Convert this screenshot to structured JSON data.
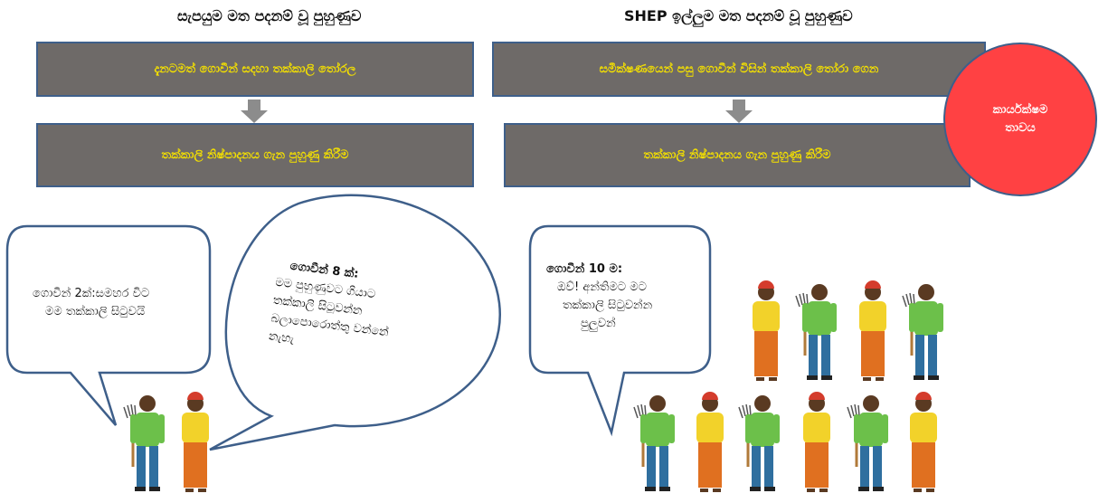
{
  "left": {
    "heading": "සැපයුම මත පදනම් වූ පුහුණුව",
    "box1": "දැනටමත් ගොවීන් සදහා තක්කාලි තෝරල",
    "box2": "තක්කාලි නිෂ්පාදනය ගැන පුහුණු කිරීම",
    "bubble1": {
      "line1": "ගොවීන් 2ක්:සමහර විට",
      "line2": "මම තක්කාලි සිටුවයි"
    },
    "bubble2": {
      "speaker": "ගොවීන් 8 ක්:",
      "lines": [
        "මම පුහුණුවට ගියාට",
        "තක්කාලි සිටුවන්න",
        "බලාපොරොත්තු වන්නේ",
        "නැහැ"
      ]
    }
  },
  "right": {
    "heading": "SHEP ඉල්ලුම මත පදනම් වූ පුහුණුව",
    "box1": "සමීක්ෂණයෙන් පසු ගොවීන් විසින් තක්කාලි තෝරා ගෙන",
    "box2": "තක්කාලි නිෂ්පාදනය ගැන පුහුණු කිරීම",
    "circle": "කාර්යක්ෂම තාවය",
    "bubble": {
      "speaker": "ගොවීන් 10 ම:",
      "lines": [
        "ඔව්! අන්තිමට මට",
        "තක්කාලි සිටුවන්න",
        "පුලුවන්"
      ]
    }
  },
  "colors": {
    "box_fill": "#6e6a68",
    "box_text": "#f4e000",
    "box_border": "#3e5f8a",
    "circle": "#ff4143",
    "arrow": "#8c8c8c"
  }
}
